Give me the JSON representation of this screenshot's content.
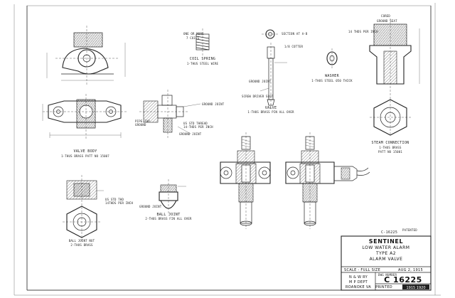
{
  "drawing": {
    "labels": {
      "valve_body": "VALVE BODY",
      "valve_body_spec": "1-THUS BRASS PATT NO 15007",
      "coil_spring": "COIL SPRING",
      "coil_spring_spec": "1-THUS STEEL WIRE",
      "coil_spring_note_1": "ONE OR MORE",
      "coil_spring_note_2": "7 COILS",
      "section_ab": "SECTION AT A-B",
      "cotter": "1/8 COTTER",
      "valve": "VALVE",
      "valve_spec": "1-THUS BRASS PIN ALL OVER",
      "screw_driver_slot": "SCREW DRIVER SLOT",
      "ground_joint_1": "GROUND JOINT",
      "ground_joint_2": "GROUND JOINT",
      "ground_joint_3": "GROUND JOINT",
      "ground": "GROUND",
      "std_thread": "US STD THREAD",
      "per_inch": "14-THDS PER INCH",
      "pipe_tap": "PIPE TAP",
      "ball_joint": "BALL JOINT",
      "ball_joint_spec": "2-THUS BRASS FIN ALL OVER",
      "washer": "WASHER",
      "washer_spec": "1-THUS STEEL 050 THICK",
      "steam_connection": "STEAM CONNECTION",
      "steam_connection_spec": "1-THUS BRASS",
      "steam_connection_patt": "PATT NO 15001",
      "cored": "CORED",
      "ground_seat": "GROUND SEAT",
      "thds_per_inch": "14 THDS PER INCH",
      "ball_joint_nut": "BALL JOINT NUT",
      "ball_joint_nut_spec": "2-THUS BRASS",
      "us_std_thd": "US STD THD",
      "thds_per_inch_2": "14THDS PER INCH",
      "patented": "PATENTED",
      "ref_number": "C-16225"
    },
    "title_block": {
      "company": "SENTINEL",
      "line1": "LOW WATER ALARM",
      "line2": "TYPE A2",
      "line3": "ALARM VALVE",
      "scale": "SCALE - FULL SIZE",
      "date": "AUG 2, 1915",
      "railway": "N & W RY",
      "dept": "M P DEPT",
      "city": "ROANOKE VA",
      "dwg_number_label": "DWG NUMBER",
      "dwg_number": "C 16225",
      "printed": "PRINTED",
      "stamp": "1915 1920"
    }
  }
}
